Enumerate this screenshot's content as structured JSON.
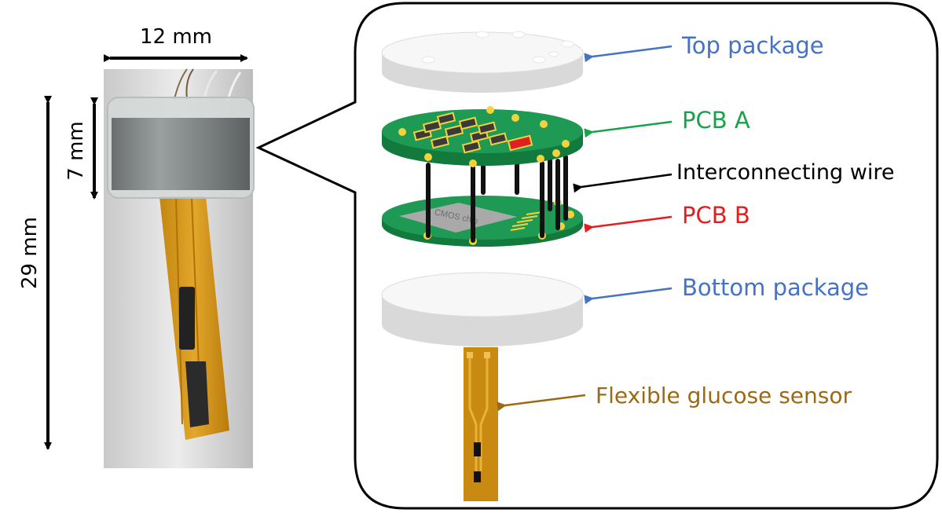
{
  "dimensions": {
    "width_label": "12 mm",
    "height_label": "7 mm",
    "length_label": "29 mm"
  },
  "components": [
    {
      "key": "top_package",
      "label": "Top package",
      "color": "#4472c4"
    },
    {
      "key": "pcb_a",
      "label": "PCB A",
      "color": "#18a24a"
    },
    {
      "key": "wire",
      "label": "Interconnecting wire",
      "color": "#000000"
    },
    {
      "key": "pcb_b",
      "label": "PCB B",
      "color": "#e81c1c"
    },
    {
      "key": "bottom_package",
      "label": "Bottom package",
      "color": "#4472c4"
    },
    {
      "key": "sensor",
      "label": "Flexible glucose sensor",
      "color": "#9c6a14"
    }
  ],
  "chip_label": "CMOS chip",
  "colors": {
    "pcb_green": "#1f9a55",
    "pcb_green_dark": "#137a3d",
    "flex_amber": "#c98a12",
    "package_white": "#f7f7f7",
    "package_side": "#d9d9d9"
  }
}
